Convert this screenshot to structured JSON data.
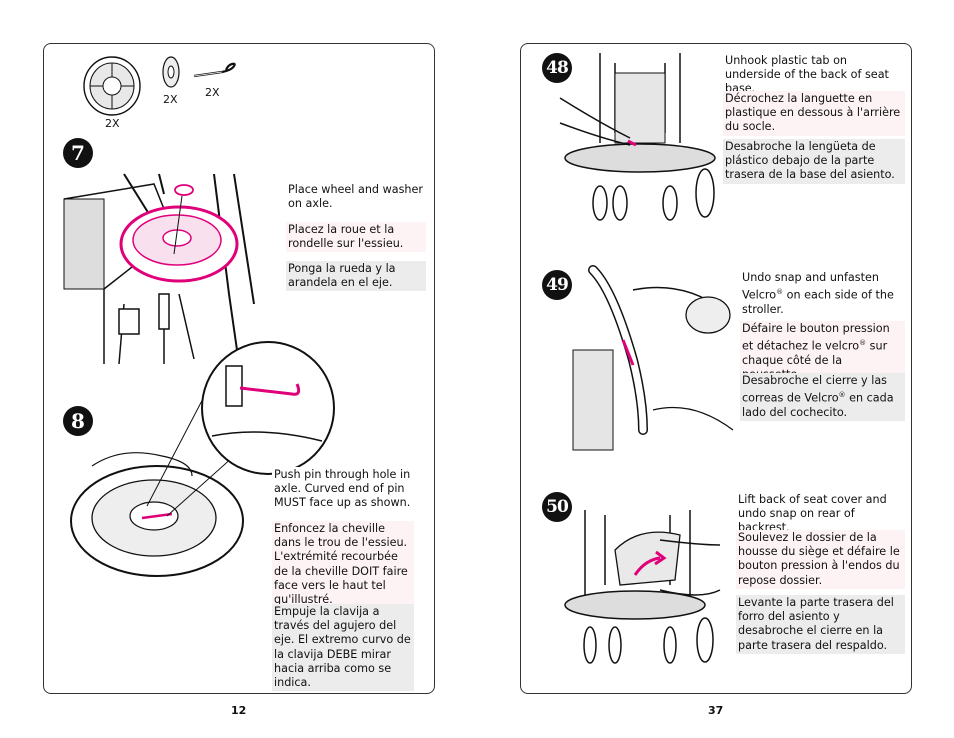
{
  "left_page": {
    "page_number": "12",
    "parts": [
      {
        "qty": "2X",
        "icon": "wheel-icon"
      },
      {
        "qty": "2X",
        "icon": "washer-icon"
      },
      {
        "qty": "2X",
        "icon": "pin-icon"
      }
    ],
    "step7": {
      "badge": "7",
      "en": "Place wheel and washer on axle.",
      "fr": "Placez la roue et la rondelle sur l'essieu.",
      "es": "Ponga la rueda y la arandela en el eje."
    },
    "step8": {
      "badge": "8",
      "en": "Push pin through hole in axle. Curved end of pin MUST face up as shown.",
      "fr": "Enfoncez la cheville dans le trou de l'essieu. L'extrémité recourbée de la cheville DOIT faire face vers le haut tel qu'illustré.",
      "es": "Empuje la clavija a través del agujero del eje. El extremo curvo de la clavija DEBE mirar hacia arriba como se indica."
    }
  },
  "right_page": {
    "page_number": "37",
    "step48": {
      "badge": "48",
      "en": "Unhook plastic tab on underside of the back of seat base.",
      "fr": "Décrochez la languette en plastique en dessous à l'arrière du socle.",
      "es": "Desabroche la lengüeta de plástico debajo de la parte trasera de la base del asiento."
    },
    "step49": {
      "badge": "49",
      "en_before": "Undo snap and unfasten Velcro",
      "en_after": " on each side of the stroller.",
      "fr_before": "Défaire le bouton pression et détachez le velcro",
      "fr_after": " sur chaque côté de la poussette.",
      "es_before": "Desabroche el cierre y las correas de Velcro",
      "es_after": " en cada lado del cochecito.",
      "reg_mark": "®"
    },
    "step50": {
      "badge": "50",
      "en": "Lift back of seat cover and undo snap on rear of backrest.",
      "fr": "Soulevez le dossier de la housse du siège et défaire le bouton pression à l'endos du repose dossier.",
      "es": "Levante la parte trasera del forro del asiento y desabroche el cierre en la parte trasera del respaldo."
    }
  },
  "colors": {
    "accent": "#e0007a",
    "ink": "#111111",
    "fr_bg": "#fdf3f5",
    "es_bg": "#ececec"
  }
}
